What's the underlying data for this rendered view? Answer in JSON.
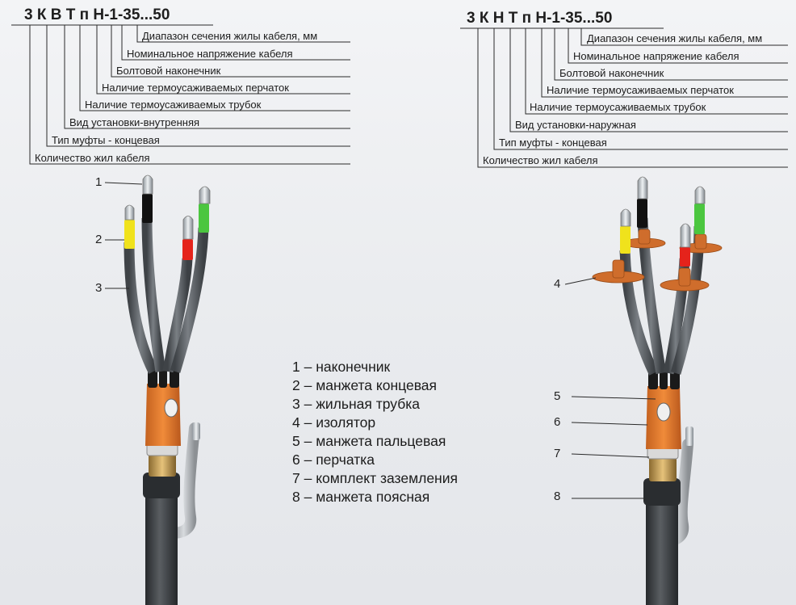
{
  "left": {
    "code": "3 К В Т п Н-1-35...50",
    "descriptors": [
      "Диапазон сечения жилы кабеля, мм",
      "Номинальное напряжение кабеля",
      "Болтовой наконечник",
      "Наличие термоусаживаемых перчаток",
      "Наличие термоусаживаемых трубок",
      "Вид установки-внутренняя",
      "Тип муфты - концевая",
      "Количество жил кабеля"
    ],
    "callouts": [
      "1",
      "2",
      "3"
    ]
  },
  "right": {
    "code": "3 К Н Т п Н-1-35...50",
    "descriptors": [
      "Диапазон сечения жилы кабеля, мм",
      "Номинальное напряжение кабеля",
      "Болтовой наконечник",
      "Наличие термоусаживаемых перчаток",
      "Наличие термоусаживаемых трубок",
      "Вид установки-наружная",
      "Тип муфты - концевая",
      "Количество жил кабеля"
    ],
    "callouts": [
      "4",
      "5",
      "6",
      "7",
      "8"
    ]
  },
  "legend": [
    "1 – наконечник",
    "2 – манжета концевая",
    "3 – жильная трубка",
    "4 – изолятор",
    "5 – манжета пальцевая",
    "6 – перчатка",
    "7 – комплект заземления",
    "8 – манжета поясная"
  ],
  "colors": {
    "background": "#eceef1",
    "glove": "#e07a2c",
    "insulator": "#cf6d2c",
    "phase_yellow": "#f0e21c",
    "phase_black": "#111111",
    "phase_red": "#e5231b",
    "phase_green": "#4bc63f",
    "tube": "#5c6064",
    "cable": "#3a3d41",
    "lug": "#c6ccd2",
    "ground_braid": "#b4b8bc"
  }
}
